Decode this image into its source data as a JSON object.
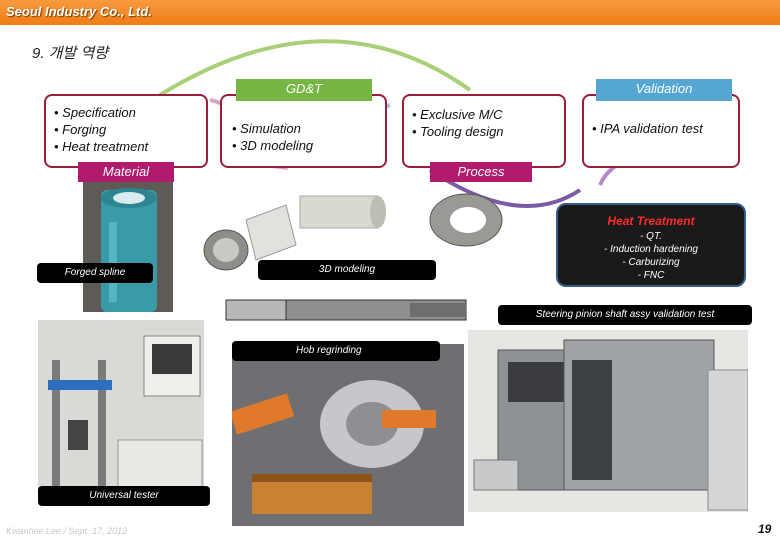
{
  "header": {
    "title": "Seoul Industry Co., Ltd."
  },
  "section_title": "9. 개발 역량",
  "tags": {
    "gdt": "GD&T",
    "validation": "Validation",
    "material": "Material",
    "process": "Process"
  },
  "boxes": {
    "material": [
      "Specification",
      "Forging",
      "Heat treatment"
    ],
    "design": [
      "Simulation",
      "3D modeling"
    ],
    "process": [
      "Exclusive M/C",
      "Tooling design"
    ],
    "validation": [
      "IPA validation test"
    ]
  },
  "captions": {
    "forged_spline": "Forged spline",
    "modeling": "3D modeling",
    "heat_treatment": {
      "title": "Heat Treatment",
      "lines": [
        "- QT.",
        "- Induction  hardening",
        "- Carburizing",
        "- FNC"
      ]
    },
    "steering_validation": "Steering pinion shaft assy validation test",
    "hob_regrinding": "Hob regrinding",
    "universal_tester": "Universal tester"
  },
  "footer": {
    "author": "Kwanhee Lee / Sept. 17, 2012",
    "page": "19"
  },
  "colors": {
    "header": "#ef7d16",
    "box_border": "#9b1d3a",
    "tag_blue": "#56a6d3",
    "tag_green": "#75b742",
    "tag_magenta": "#b21a6e"
  }
}
